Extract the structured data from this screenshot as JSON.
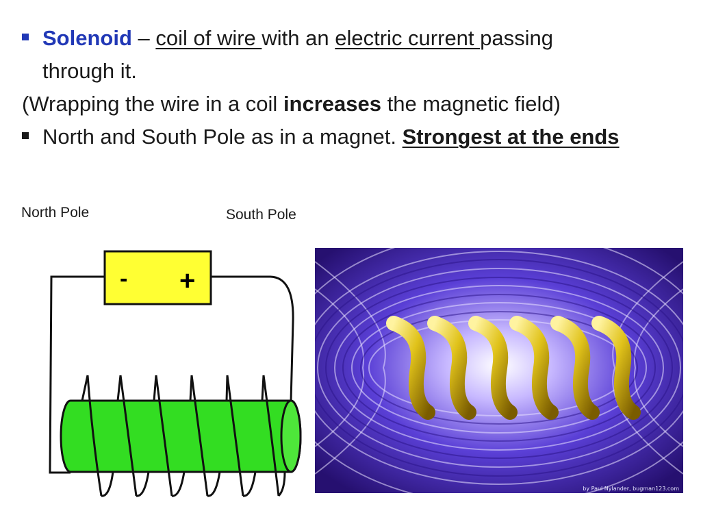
{
  "bullets": {
    "b1_term": "Solenoid",
    "b1_dash": " – ",
    "b1_underline1": "coil of wire ",
    "b1_mid": "with an ",
    "b1_underline2": "electric current ",
    "b1_end": "passing",
    "b1_cont": "through it.",
    "note_pre": "(Wrapping the wire in a coil ",
    "note_bold": "increases",
    "note_post": " the magnetic field)",
    "b2_text": "North and South Pole as in a magnet. ",
    "b2_bold": "Strongest at the ends"
  },
  "labels": {
    "north": "North Pole",
    "south": "South Pole"
  },
  "battery": {
    "minus": "-",
    "plus": "+"
  },
  "image_credit": "by Paul Nylander, bugman123.com",
  "colors": {
    "term_blue": "#2138b6",
    "battery_yellow": "#ffff33",
    "core_green": "#33dd22",
    "field_purple": "#5a3fd6",
    "coil_gold": "#e0c21a"
  }
}
